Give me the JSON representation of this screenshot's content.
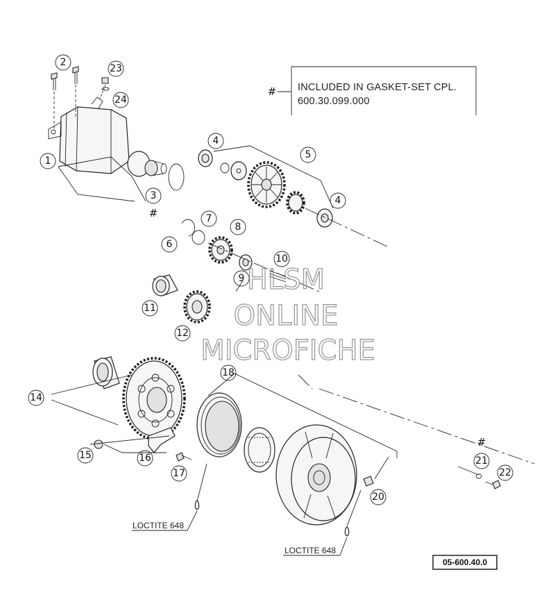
{
  "note": {
    "hash": "#",
    "line1": "INCLUDED IN GASKET-SET CPL.",
    "line2": "600.30.099.000"
  },
  "hash_marks": {
    "part3": "#",
    "part21": "#"
  },
  "callouts": [
    {
      "id": "1",
      "label": "1"
    },
    {
      "id": "2",
      "label": "2"
    },
    {
      "id": "3",
      "label": "3"
    },
    {
      "id": "4a",
      "label": "4"
    },
    {
      "id": "4b",
      "label": "4"
    },
    {
      "id": "5",
      "label": "5"
    },
    {
      "id": "6",
      "label": "6"
    },
    {
      "id": "7",
      "label": "7"
    },
    {
      "id": "8",
      "label": "8"
    },
    {
      "id": "9",
      "label": "9"
    },
    {
      "id": "10",
      "label": "10"
    },
    {
      "id": "11",
      "label": "11"
    },
    {
      "id": "12",
      "label": "12"
    },
    {
      "id": "14",
      "label": "14"
    },
    {
      "id": "15",
      "label": "15"
    },
    {
      "id": "16",
      "label": "16"
    },
    {
      "id": "17",
      "label": "17"
    },
    {
      "id": "18",
      "label": "18"
    },
    {
      "id": "20",
      "label": "20"
    },
    {
      "id": "21",
      "label": "21"
    },
    {
      "id": "22",
      "label": "22"
    },
    {
      "id": "23",
      "label": "23"
    },
    {
      "id": "24",
      "label": "24"
    }
  ],
  "loctite": {
    "left": "LOCTITE 648",
    "right": "LOCTITE 648"
  },
  "watermark": {
    "line1": "HLSM",
    "line2": "ONLINE",
    "line3": "MICROFICHE"
  },
  "diagram_code": "05-600.40.0"
}
